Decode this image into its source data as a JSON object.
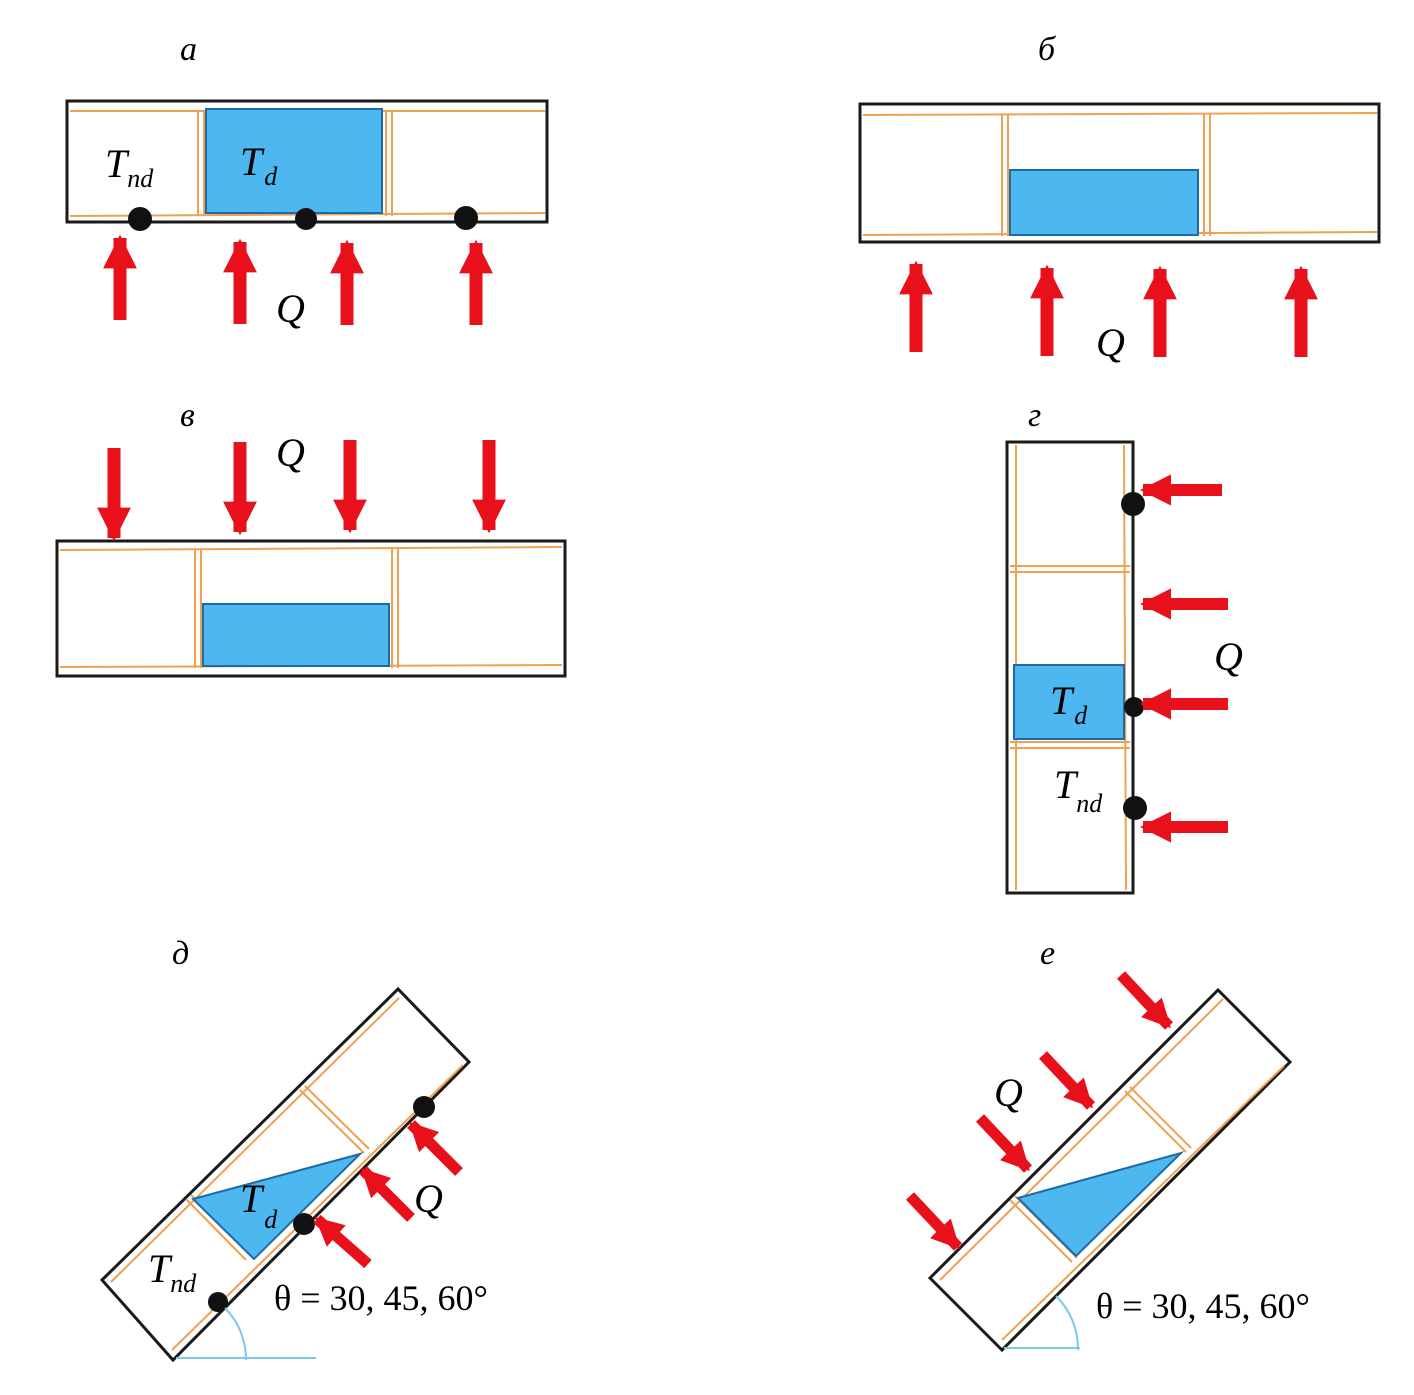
{
  "panels": {
    "a": {
      "label": "а",
      "sym_T": "T",
      "sub_nd": "nd",
      "sub_d": "d",
      "heat": "Q"
    },
    "b": {
      "label": "б",
      "heat": "Q"
    },
    "v": {
      "label": "в",
      "heat": "Q"
    },
    "g": {
      "label": "г",
      "sym_T": "T",
      "sub_nd": "nd",
      "sub_d": "d",
      "heat": "Q"
    },
    "d": {
      "label": "д",
      "sym_T": "T",
      "sub_nd": "nd",
      "sub_d": "d",
      "heat": "Q",
      "angle_text": "θ = 30, 45, 60°"
    },
    "e": {
      "label": "е",
      "heat": "Q",
      "angle_text": "θ = 30, 45, 60°"
    }
  },
  "colors": {
    "frame": "#1a1a1a",
    "orange": "#f0a050",
    "water": "#4db8f0",
    "water_edge": "#1f6aa5",
    "arrow": "#e8101a",
    "sensor": "#111111",
    "angle_arc": "#7ec8e8"
  }
}
